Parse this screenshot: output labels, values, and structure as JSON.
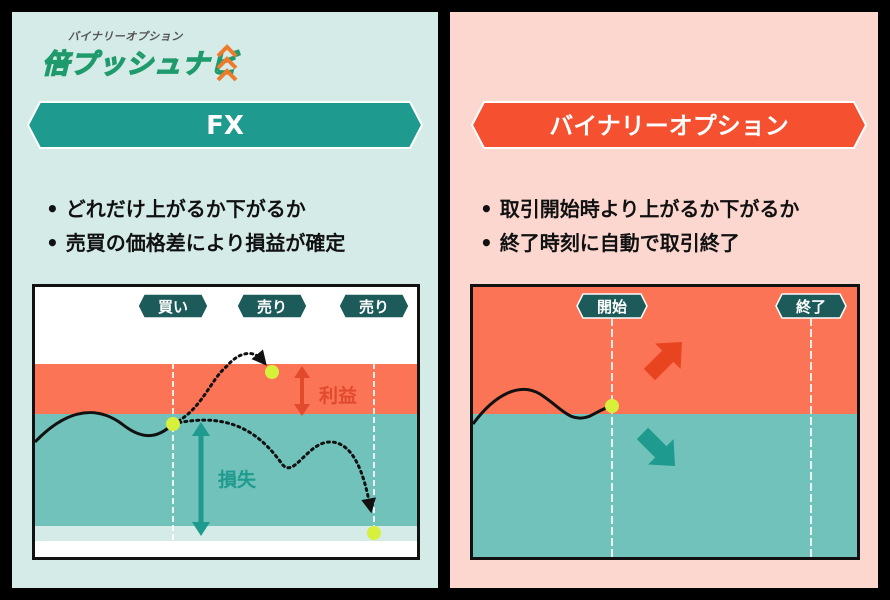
{
  "logo": {
    "subtitle": "バイナリーオプション",
    "name": "倍プッシュナビ"
  },
  "left": {
    "banner": "FX",
    "bullets": [
      "どれだけ上がるか下がるか",
      "売買の価格差により損益が確定"
    ],
    "chart": {
      "tags": [
        "買い",
        "売り",
        "売り"
      ],
      "profit_label": "利益",
      "loss_label": "損失"
    }
  },
  "right": {
    "banner": "バイナリーオプション",
    "bullets": [
      "取引開始時より上がるか下がるか",
      "終了時刻に自動で取引終了"
    ],
    "chart": {
      "tags": [
        "開始",
        "終了"
      ]
    }
  },
  "colors": {
    "left_bg": "#d4ebe7",
    "right_bg": "#fcd7d0",
    "teal": "#1e9a8e",
    "teal_area": "#71c2bb",
    "orange": "#f56647",
    "orange_area": "#fb7456",
    "dot": "#d7f03c",
    "dark_tag": "#1d5a5a"
  },
  "icons": [
    "up-arrow-icon",
    "down-arrow-icon",
    "logo-chevron-icon"
  ]
}
